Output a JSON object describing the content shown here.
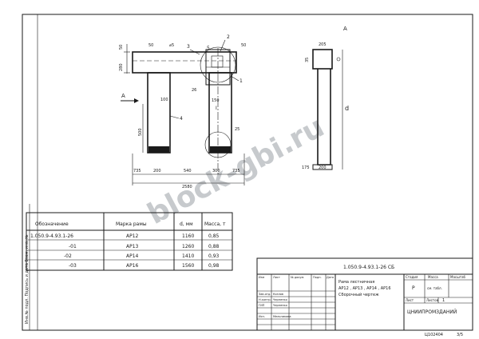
{
  "view_label": "А",
  "arrow_label": "А",
  "watermark": "block-gbi.ru",
  "dims": {
    "top_left_50": "50",
    "top_left_280": "280",
    "d5": "⌀5",
    "c50": "50",
    "c100": "100",
    "c500": "500",
    "c26": "26",
    "c150": "150",
    "c25": "25",
    "b735a": "735",
    "b200a": "200",
    "b540": "540",
    "b300": "300",
    "b735b": "735",
    "total": "2580",
    "side_205": "205",
    "side_35": "35",
    "side_d": "d",
    "side_175": "175",
    "side_200": "200"
  },
  "leaders": {
    "l1": "1",
    "l2": "2",
    "l3": "3",
    "l4": "4",
    "l5": "5",
    "l6": "1",
    "lI": "I"
  },
  "spec": {
    "headers": [
      "Обозначение",
      "Марка рамы",
      "d, мм",
      "Масса, т"
    ],
    "rows": [
      {
        "code": "1.050.9-4.93.1-26",
        "mark": "АР12",
        "d": "1160",
        "mass": "0,85"
      },
      {
        "code": "-01",
        "mark": "АР13",
        "d": "1260",
        "mass": "0,88"
      },
      {
        "code": "-02",
        "mark": "АР14",
        "d": "1410",
        "mass": "0,93"
      },
      {
        "code": "-03",
        "mark": "АР16",
        "d": "1560",
        "mass": "0,98"
      }
    ]
  },
  "side_strip": "Инв.№ подл.   Подпись и дата   Взам. инв. №",
  "title_block": {
    "designation": "1.050.9-4.93.1-26 СБ",
    "name_lines": [
      "Рама лестничная",
      "АР12 , АР13 , АР14 , АР16",
      "Сборочный чертеж"
    ],
    "hdr_stage": "Стадия",
    "hdr_mass": "Масса",
    "hdr_scale": "Масштаб",
    "stage": "Р",
    "mass": "см. табл.",
    "sheet_label": "Лист",
    "sheets_label": "Листов",
    "sheets_value": "1",
    "org": "ЦНИИПРОМЗДАНИЙ",
    "roles": [
      "Зав.отд.",
      "Н.контр.",
      "ГИП",
      "Исп."
    ],
    "names": [
      "Козлов",
      "Черненко",
      "Черненко",
      "Мельникова"
    ],
    "col_heads": [
      "Изм",
      "Лист",
      "№ докум.",
      "Подп.",
      "Дата"
    ],
    "sheet_code": "Ц102404",
    "format": "3/5"
  }
}
